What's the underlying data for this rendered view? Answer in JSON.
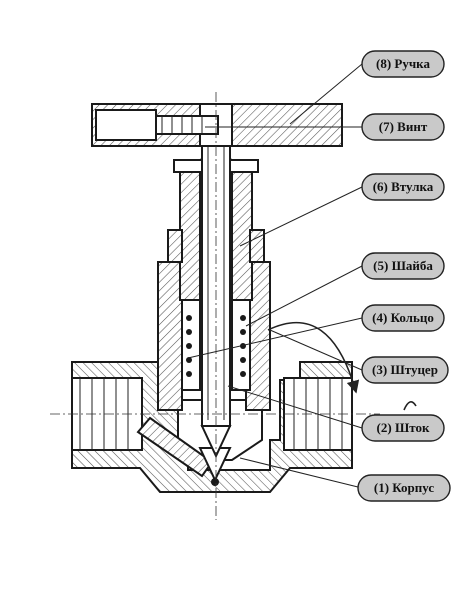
{
  "labels": [
    {
      "id": "8",
      "text": "(8) Ручка"
    },
    {
      "id": "7",
      "text": "(7) Винт"
    },
    {
      "id": "6",
      "text": "(6) Втулка"
    },
    {
      "id": "5",
      "text": "(5) Шайба"
    },
    {
      "id": "4",
      "text": "(4) Кольцо"
    },
    {
      "id": "3",
      "text": "(3) Штуцер"
    },
    {
      "id": "2",
      "text": "(2) Шток"
    },
    {
      "id": "1",
      "text": "(1) Корпус"
    }
  ],
  "colors": {
    "label_fill": "#c9c9c9",
    "outline": "#1a1a1a",
    "background": "#ffffff"
  }
}
